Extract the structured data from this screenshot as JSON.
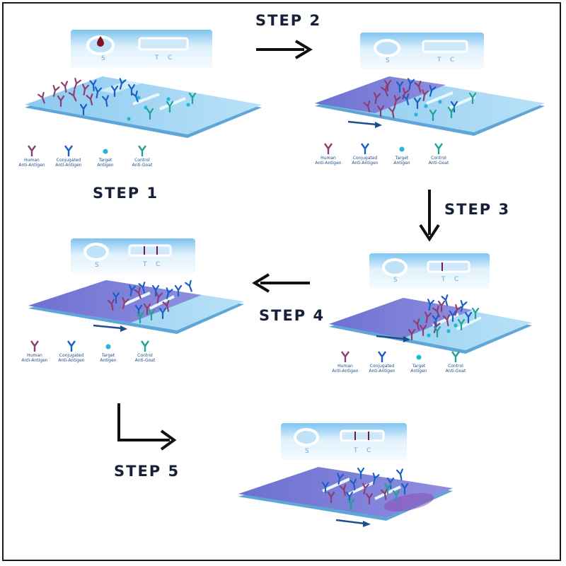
{
  "steps": {
    "step1": "STEP 1",
    "step2": "STEP 2",
    "step3": "STEP 3",
    "step4": "STEP 4",
    "step5": "STEP 5"
  },
  "cassette": {
    "sample_mark": "S",
    "test_mark": "T",
    "control_mark": "C"
  },
  "legend": {
    "human_line1": "Human",
    "human_line2": "Anti-Antigen",
    "conj_line1": "Conjugated",
    "conj_line2": "Anti-Antigen",
    "target_line1": "Target",
    "target_line2": "Antigen",
    "control_line1": "Control",
    "control_line2": "Anti-Goat"
  },
  "colors": {
    "human": "#8a3f74",
    "conjugated": "#1a5fc8",
    "target": "#22b6d6",
    "control": "#1fa394",
    "strip_light": "#a9d8f3",
    "strip_wet": "#7d7fd6",
    "line_mark": "#6b1f4a",
    "arrow": "#111111",
    "flow_arrow": "#1f4e8c"
  },
  "icons": [
    "blood-drop-icon",
    "antibody-icon",
    "antigen-icon",
    "arrow-right-icon",
    "arrow-down-icon",
    "arrow-left-icon",
    "arrow-corner-icon"
  ]
}
